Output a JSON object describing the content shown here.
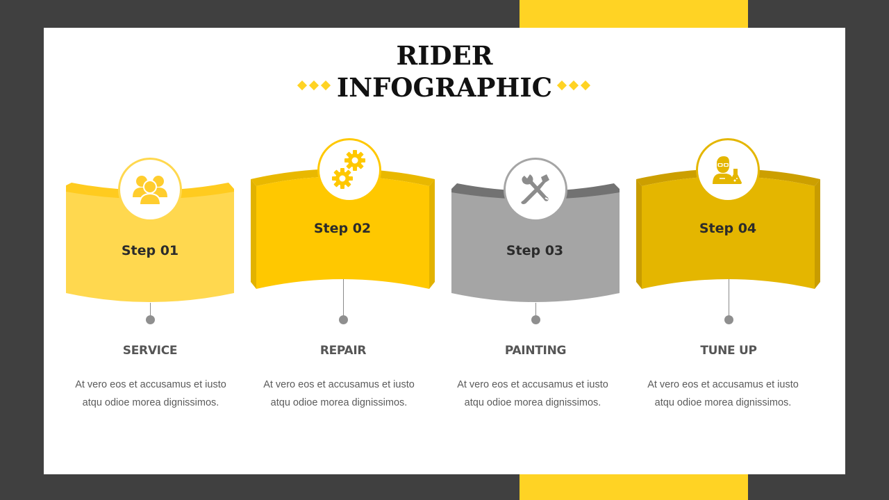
{
  "title": {
    "line1": "RIDER",
    "line2": "INFOGRAPHIC"
  },
  "colors": {
    "background": "#404040",
    "accent": "#FFD324",
    "panel": "#FFFFFF",
    "step1": "#FFD84F",
    "step2": "#FFC800",
    "step3": "#A5A5A5",
    "step4": "#E4B600"
  },
  "steps": [
    {
      "label": "Step 01",
      "heading": "SERVICE",
      "icon": "users-group-icon",
      "desc_line1": "At vero eos et accusamus et iusto",
      "desc_line2": "atqu odioe morea dignissimos."
    },
    {
      "label": "Step 02",
      "heading": "REPAIR",
      "icon": "gears-icon",
      "desc_line1": "At vero eos et accusamus et iusto",
      "desc_line2": "atqu odioe morea dignissimos."
    },
    {
      "label": "Step 03",
      "heading": "PAINTING",
      "icon": "wrench-screwdriver-icon",
      "desc_line1": "At vero eos et accusamus et iusto",
      "desc_line2": "atqu odioe morea dignissimos."
    },
    {
      "label": "Step 04",
      "heading": "TUNE UP",
      "icon": "scientist-flask-icon",
      "desc_line1": "At vero eos et accusamus et iusto",
      "desc_line2": "atqu odioe morea dignissimos."
    }
  ]
}
